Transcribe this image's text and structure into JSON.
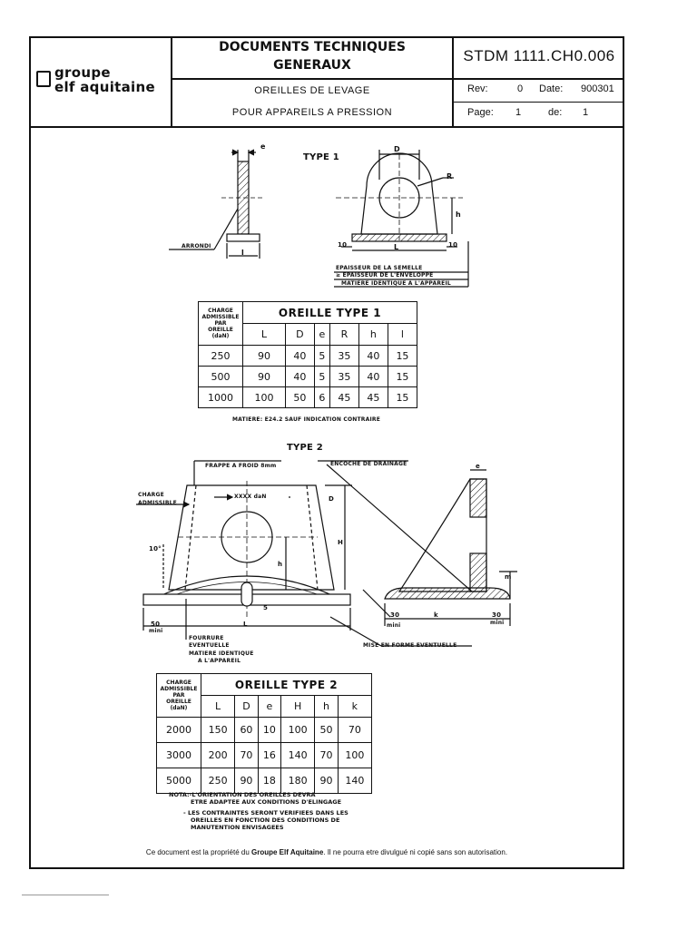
{
  "header": {
    "logo_line1": "groupe",
    "logo_line2": "elf aquitaine",
    "title_line1": "DOCUMENTS TECHNIQUES",
    "title_line2": "GENERAUX",
    "subtitle_line1": "OREILLES DE LEVAGE",
    "subtitle_line2": "POUR APPAREILS A PRESSION",
    "code": "STDM 1111.CH0.006",
    "rev_label": "Rev:",
    "rev_value": "0",
    "date_label": "Date:",
    "date_value": "900301",
    "page_label": "Page:",
    "page_value": "1",
    "of_label": "de:",
    "of_value": "1"
  },
  "type1": {
    "heading": "TYPE 1",
    "labels": {
      "arrondi": "ARRONDI",
      "e": "e",
      "l": "l",
      "D": "D",
      "R": "R",
      "h": "h",
      "L": "L",
      "ten_left": "10",
      "ten_right": "10",
      "sole1": "EPAISSEUR DE LA SEMELLE",
      "sole2": "≥ EPAISSEUR DE L'ENVELOPPE",
      "sole3": "MATIERE IDENTIQUE A L'APPAREIL"
    },
    "table": {
      "row_header": [
        "CHARGE",
        "ADMISSIBLE",
        "PAR",
        "OREILLE",
        "(daN)"
      ],
      "title": "OREILLE TYPE 1",
      "columns": [
        "L",
        "D",
        "e",
        "R",
        "h",
        "l"
      ],
      "rows": [
        [
          "250",
          "90",
          "40",
          "5",
          "35",
          "40",
          "15"
        ],
        [
          "500",
          "90",
          "40",
          "5",
          "35",
          "40",
          "15"
        ],
        [
          "1000",
          "100",
          "50",
          "6",
          "45",
          "45",
          "15"
        ]
      ]
    },
    "material_note": "MATIERE: E24.2 SAUF INDICATION CONTRAIRE"
  },
  "type2": {
    "heading": "TYPE 2",
    "labels": {
      "frappe": "FRAPPE A FROID 8mm",
      "encoche": "ENCOCHE DE DRAINAGE",
      "charge1": "CHARGE",
      "charge2": "ADMISSIBLE",
      "xxxx": "XXXX daN",
      "D": "D",
      "H": "H",
      "h": "h",
      "angle": "10°",
      "five": "5",
      "fifty": "50",
      "mini1": "mini",
      "L": "L",
      "fourrure1": "FOURRURE",
      "fourrure2": "EVENTUELLE",
      "matiere1": "MATIERE IDENTIQUE",
      "matiere2": "A L'APPAREIL",
      "mise": "MISE EN FORME EVENTUELLE",
      "e": "e",
      "m": "m",
      "thirty_left": "30",
      "mini2": "mini",
      "k": "k",
      "thirty_right": "30",
      "mini3": "mini"
    },
    "table": {
      "row_header": [
        "CHARGE",
        "ADMISSIBLE",
        "PAR",
        "OREILLE",
        "(daN)"
      ],
      "title": "OREILLE TYPE 2",
      "columns": [
        "L",
        "D",
        "e",
        "H",
        "h",
        "k"
      ],
      "rows": [
        [
          "2000",
          "150",
          "60",
          "10",
          "100",
          "50",
          "70"
        ],
        [
          "3000",
          "200",
          "70",
          "16",
          "140",
          "70",
          "100"
        ],
        [
          "5000",
          "250",
          "90",
          "18",
          "180",
          "90",
          "140"
        ]
      ]
    }
  },
  "nota": {
    "line1": "NOTA:-L'ORIENTATION DES OREILLES DEVRA",
    "line2": "ETRE ADAPTEE AUX CONDITIONS D'ELINGAGE",
    "line3": "- LES CONTRAINTES SERONT VERIFIEES DANS LES",
    "line4": "OREILLES EN FONCTION DES CONDITIONS DE",
    "line5": "MANUTENTION ENVISAGEES"
  },
  "footer": {
    "before": "Ce document est la propriété du ",
    "owner": "Groupe Elf Aquitaine",
    "after": ". Il ne pourra etre divulgué ni copié sans son autorisation."
  }
}
